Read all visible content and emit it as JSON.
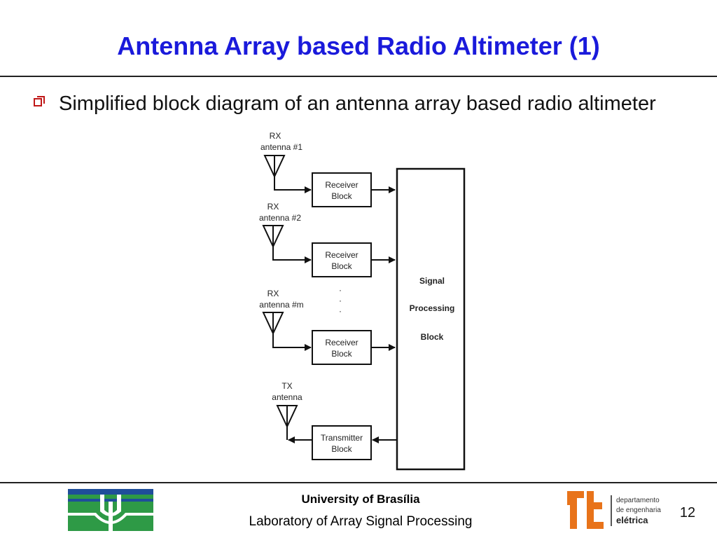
{
  "slide": {
    "title": "Antenna Array based Radio Altimeter (1)",
    "bullet": "Simplified block diagram of an antenna array based radio altimeter"
  },
  "diagram": {
    "rx1_label_top": "RX",
    "rx1_label_bottom": "antenna #1",
    "rx2_label_top": "RX",
    "rx2_label_bottom": "antenna #2",
    "rxm_label_top": "RX",
    "rxm_label_bottom": "antenna #m",
    "tx_label_top": "TX",
    "tx_label_bottom": "antenna",
    "receiver_top": "Receiver",
    "receiver_bottom": "Block",
    "transmitter_top": "Transmitter",
    "transmitter_bottom": "Block",
    "signal_1": "Signal",
    "signal_2": "Processing",
    "signal_3": "Block",
    "ellipsis": "·"
  },
  "footer": {
    "university": "University of Brasília",
    "lab": "Laboratory of Array Signal Processing",
    "page_number": "12",
    "dept_line1": "departamento",
    "dept_line2": "de engenharia",
    "dept_line3": "elétrica",
    "colors": {
      "unb_blue": "#1f4e9a",
      "unb_green": "#2e9a46",
      "ene_orange": "#e8731a"
    }
  }
}
